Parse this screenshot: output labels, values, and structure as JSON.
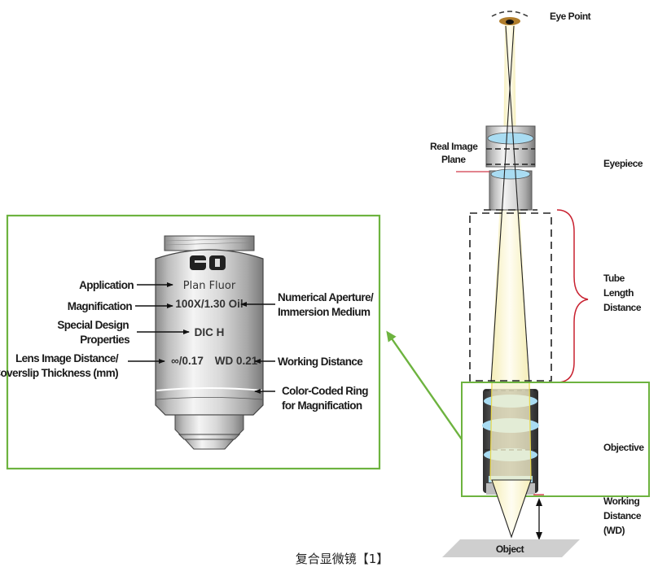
{
  "caption": "复合显微镜【1】",
  "colors": {
    "inset_frame": "#6db33f",
    "callout_arrow": "#6db33f",
    "brace": "#c8202f",
    "lens_glass": "#a9dcf2",
    "light_cone": "#fbf6d6",
    "object_plate": "#cfcfcf"
  },
  "microscope_labels": {
    "eye_point": "Eye Point",
    "real_image_plane_1": "Real Image",
    "real_image_plane_2": "Plane",
    "eyepiece": "Eyepiece",
    "tube_1": "Tube",
    "tube_2": "Length",
    "tube_3": "Distance",
    "objective": "Objective",
    "wd_1": "Working",
    "wd_2": "Distance",
    "wd_3": "(WD)",
    "object": "Object"
  },
  "objective_inset": {
    "logo": "EO",
    "engravings": {
      "application": "Plan Fluor",
      "magnification_na": "100X/1.30 Oil",
      "special_design": "DIC H",
      "lens_image_distance": "∞/0.17",
      "working_distance": "WD 0.21"
    },
    "callouts": {
      "application": "Application",
      "magnification": "Magnification",
      "special_design_1": "Special Design",
      "special_design_2": "Properties",
      "lens_image_1": "Lens Image Distance/",
      "lens_image_2": "Coverslip Thickness (mm)",
      "na_1": "Numerical Aperture/",
      "na_2": "Immersion Medium",
      "working_distance": "Working Distance",
      "ring_1": "Color-Coded Ring",
      "ring_2": "for Magnification"
    }
  }
}
